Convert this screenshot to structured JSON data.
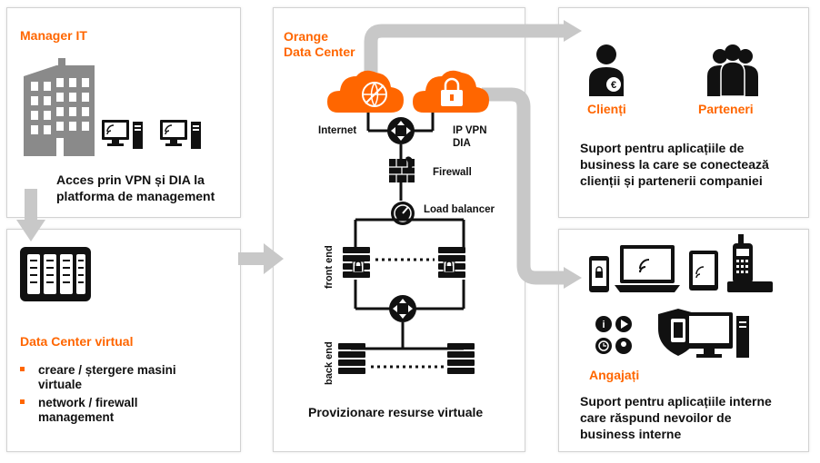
{
  "manager_panel": {
    "title": "Manager IT",
    "description_line1": "Acces prin VPN și DIA la",
    "description_line2": "platforma de management"
  },
  "virtual_dc_panel": {
    "title": "Data Center virtual",
    "bullets": [
      {
        "line1": "creare / ștergere masini",
        "line2": "virtuale"
      },
      {
        "line1": "network / firewall",
        "line2": "management"
      }
    ]
  },
  "orange_dc_panel": {
    "title_line1": "Orange",
    "title_line2": "Data Center",
    "labels": {
      "internet": "Internet",
      "ip_vpn_line1": "IP VPN",
      "ip_vpn_line2": "DIA",
      "firewall": "Firewall",
      "load_balancer": "Load balancer",
      "front_end": "front end",
      "back_end": "back end"
    },
    "caption": "Provizionare resurse virtuale"
  },
  "customers_panel": {
    "clients_label": "Clienți",
    "partners_label": "Parteneri",
    "description_line1": "Suport pentru aplicațiile de",
    "description_line2": "business la care se conectează",
    "description_line3": "clienții și partenerii companiei"
  },
  "employees_panel": {
    "title": "Angajați",
    "description_line1": "Suport pentru aplicațiile interne",
    "description_line2": "care răspund nevoilor de",
    "description_line3": "business interne"
  },
  "colors": {
    "accent": "#ff6600",
    "arrow": "#c8c8c8",
    "icon": "#111111"
  }
}
